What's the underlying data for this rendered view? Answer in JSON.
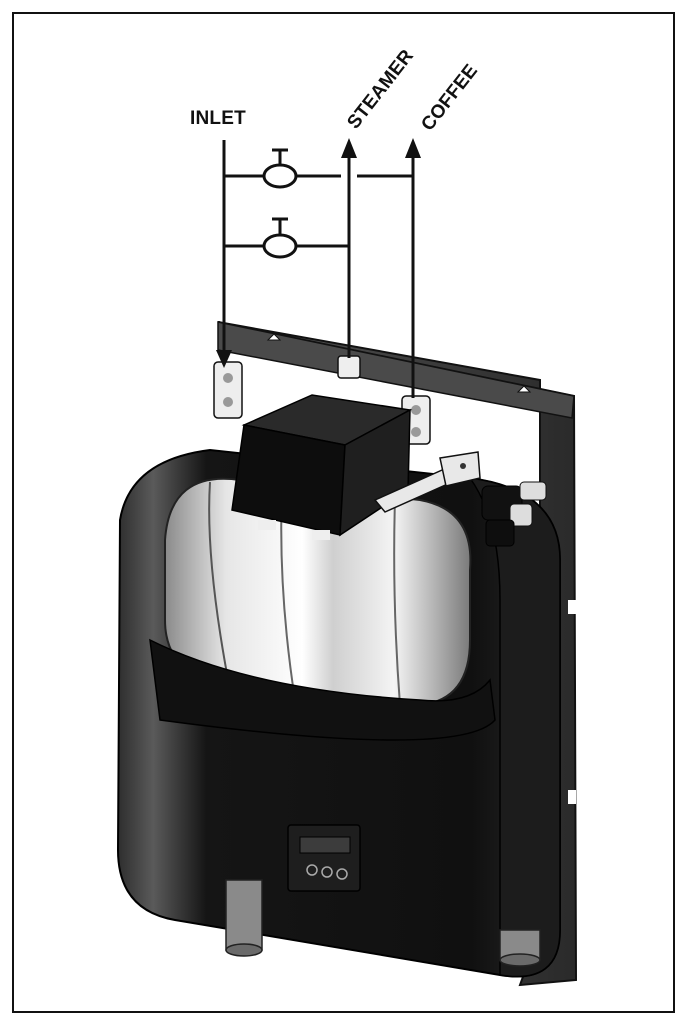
{
  "labels": {
    "inlet": "INLET",
    "steamer": "STEAMER",
    "coffee": "COFFEE"
  },
  "colors": {
    "line": "#111111",
    "body": "#1a1a1a",
    "tank": "#d8d8d8",
    "plate": "#3a3a3a"
  }
}
